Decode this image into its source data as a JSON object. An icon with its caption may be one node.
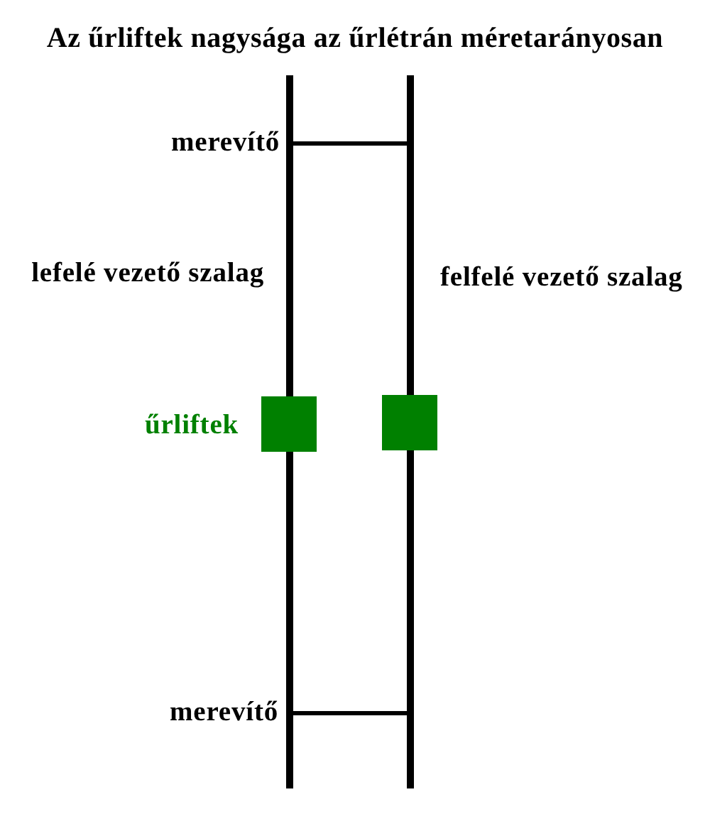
{
  "diagram": {
    "title": "Az űrliftek nagysága az űrlétrán méretarányosan",
    "labels": [
      "merevítő",
      "lefelé vezető szalag",
      "felfelé vezető szalag",
      "űrliftek",
      "merevítő"
    ]
  }
}
